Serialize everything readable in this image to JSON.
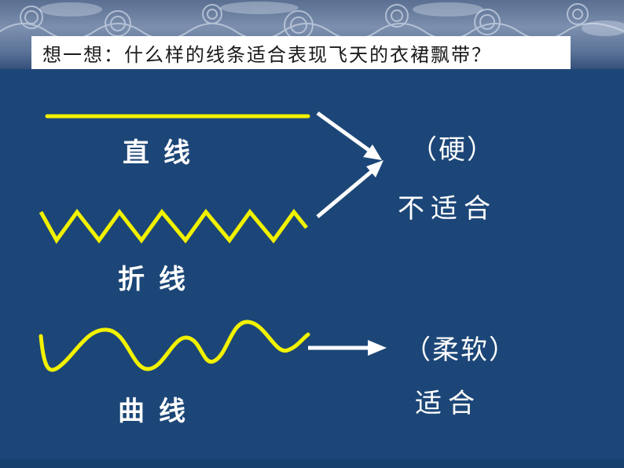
{
  "question": "想一想：什么样的线条适合表现飞天的衣裙飘带？",
  "lines": [
    {
      "name": "直线",
      "kind": "straight"
    },
    {
      "name": "折线",
      "kind": "zigzag"
    },
    {
      "name": "曲线",
      "kind": "curve"
    }
  ],
  "results": {
    "hard_quality": "（硬）",
    "hard_verdict": "不适合",
    "soft_quality": "（柔软）",
    "soft_verdict": "适合"
  },
  "colors": {
    "background": "#1c4677",
    "line_color": "#f2f200",
    "arrow_color": "#ffffff",
    "text_color": "#ffffff"
  }
}
